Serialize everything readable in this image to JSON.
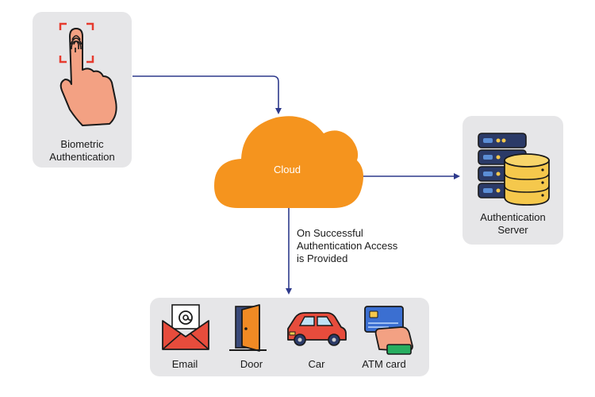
{
  "nodes": {
    "biometric": {
      "label_line1": "Biometric",
      "label_line2": "Authentication"
    },
    "cloud": {
      "label": "Cloud"
    },
    "server": {
      "label_line1": "Authentication",
      "label_line2": "Server"
    }
  },
  "flow_note": {
    "line1": "On Successful",
    "line2": "Authentication Access",
    "line3": "is Provided"
  },
  "access_items": [
    {
      "label": "Email",
      "icon": "envelope-icon"
    },
    {
      "label": "Door",
      "icon": "door-icon"
    },
    {
      "label": "Car",
      "icon": "car-icon"
    },
    {
      "label": "ATM card",
      "icon": "atm-card-icon"
    }
  ],
  "colors": {
    "panel_bg": "#e6e6e8",
    "cloud": "#f5941e",
    "arrow": "#2e3a8c"
  }
}
